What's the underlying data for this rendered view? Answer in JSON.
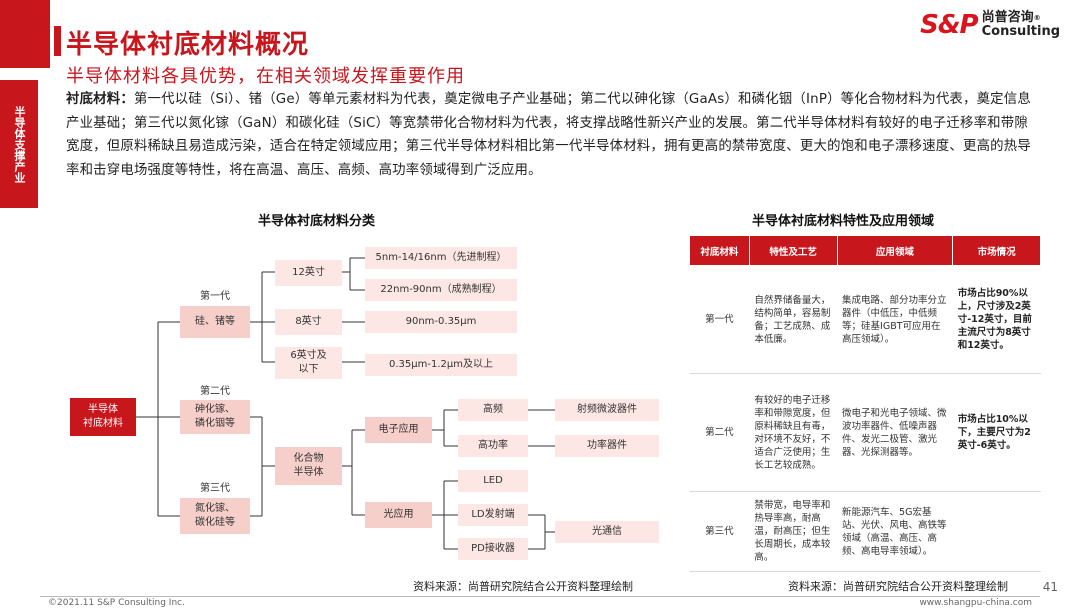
{
  "side_tab": "半导体支撑产业",
  "title": "半导体衬底材料概况",
  "subtitle": "半导体材料各具优势，在相关领域发挥重要作用",
  "logo": {
    "mark": "S&P",
    "cn": "尚普咨询",
    "en": "Consulting",
    "reg": "®"
  },
  "body": {
    "lead": "衬底材料：",
    "text": "第一代以硅（Si）、锗（Ge）等单元素材料为代表，奠定微电子产业基础；第二代以砷化镓（GaAs）和磷化铟（InP）等化合物材料为代表，奠定信息产业基础；第三代以氮化镓（GaN）和碳化硅（SiC）等宽禁带化合物材料为代表，将支撑战略性新兴产业的发展。第二代半导体材料有较好的电子迁移率和带隙宽度，但原料稀缺且易造成污染，适合在特定领域应用；第三代半导体材料相比第一代半导体材料，拥有更高的禁带宽度、更大的饱和电子漂移速度、更高的热导率和击穿电场强度等特性，将在高温、高压、高频、高功率领域得到广泛应用。"
  },
  "diagram": {
    "title": "半导体衬底材料分类",
    "root": "半导体\n衬底材料",
    "gen_labels": [
      "第一代",
      "第二代",
      "第三代"
    ],
    "gen1": "硅、锗等",
    "gen2": "砷化镓、\n磷化铟等",
    "gen3": "氮化镓、\n碳化硅等",
    "wafer_sizes": [
      "12英寸",
      "8英寸",
      "6英寸及\n以下"
    ],
    "processes": [
      "5nm-14/16nm（先进制程）",
      "22nm-90nm（成熟制程）",
      "90nm-0.35μm",
      "0.35μm-1.2μm及以上"
    ],
    "compound": "化合物\n半导体",
    "electronic": "电子应用",
    "optical": "光应用",
    "electronic_items": [
      "高频",
      "高功率"
    ],
    "electronic_apps": [
      "射频微波器件",
      "功率器件"
    ],
    "optical_items": [
      "LED",
      "LD发射端",
      "PD接收器"
    ],
    "optical_app": "光通信"
  },
  "table": {
    "title": "半导体衬底材料特性及应用领域",
    "headers": [
      "衬底材料",
      "特性及工艺",
      "应用领域",
      "市场情况"
    ],
    "rows": [
      {
        "gen": "第一代",
        "feature": "自然界储备量大，结构简单，容易制备；工艺成熟、成本低廉。",
        "application": "集成电路、部分功率分立器件（中低压，中低频等；硅基IGBT可应用在高压领域）。",
        "market": "市场占比90%以上，尺寸涉及2英寸-12英寸，目前主流尺寸为8英寸和12英寸。"
      },
      {
        "gen": "第二代",
        "feature": "有较好的电子迁移率和带隙宽度，但原料稀缺且有毒，对环境不友好，不适合广泛使用；生长工艺较成熟。",
        "application": "微电子和光电子领域、微波功率器件、低噪声器件、发光二极管、激光器、光探测器等。",
        "market": "市场占比10%以下，主要尺寸为2英寸-6英寸。"
      },
      {
        "gen": "第三代",
        "feature": "禁带宽，电导率和热导率高，耐高温，耐高压；但生长周期长，成本较高。",
        "application": "新能源汽车、5G宏基站、光伏、风电、高铁等领域（高温、高压、高频、高电导率领域）。",
        "market": ""
      }
    ]
  },
  "source_left": "资料来源：尚普研究院结合公开资料整理绘制",
  "source_right": "资料来源：尚普研究院结合公开资料整理绘制",
  "page_number": "41",
  "footer_left": "©2021.11  S&P Consulting Inc.",
  "footer_right": "www.shangpu-china.com",
  "colors": {
    "brand_red": "#c8161d",
    "node_pink": "#fde7e4",
    "node_pink_dark": "#f6cfca"
  }
}
